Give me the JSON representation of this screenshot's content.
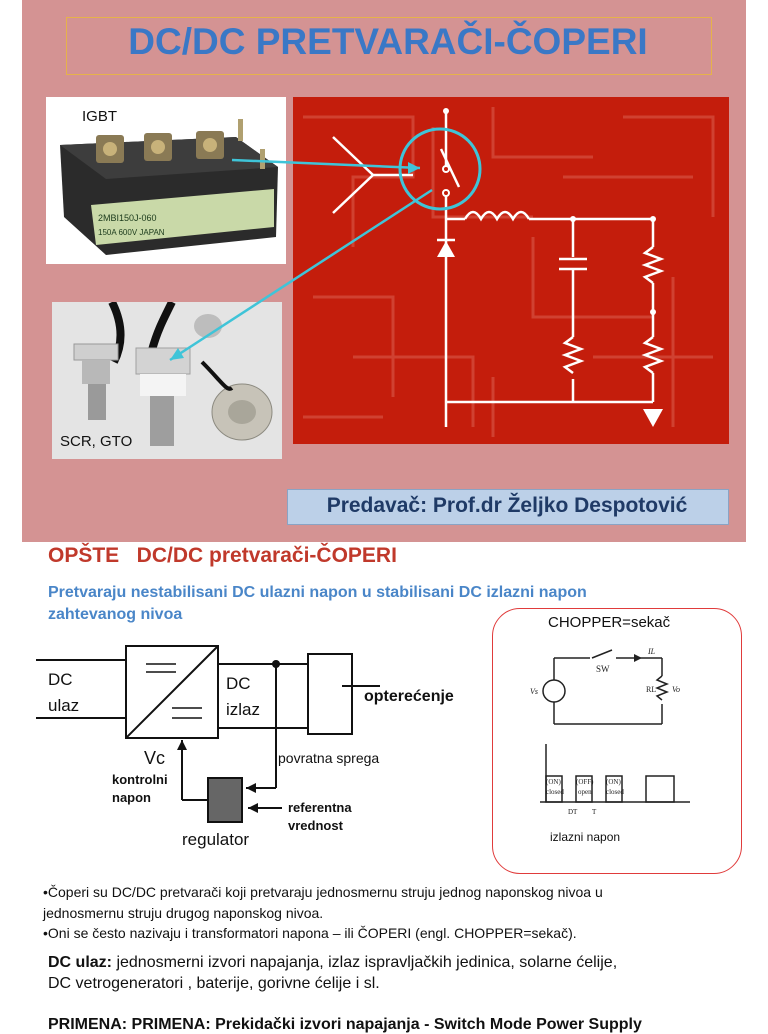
{
  "slide": {
    "title": "DC/DC PRETVARAČI-ČOPERI",
    "igbt_label": "IGBT",
    "scr_label": "SCR, GTO",
    "module_marking_1": "2MBI150J-060",
    "module_marking_2": "150A 600V JAPAN",
    "lecturer": "Predavač: Prof.dr Željko Despotović"
  },
  "section": {
    "title": "OPŠTE   DC/DC pretvarači-ČOPERI",
    "intro_line_1": "Pretvaraju nestabilisani DC ulazni napon  u stabilisani DC izlazni napon",
    "intro_line_2": "zahtevanog  nivoa"
  },
  "block_diagram": {
    "dc_in_1": "DC",
    "dc_in_2": "ulaz",
    "dc_out_1": "DC",
    "dc_out_2": "izlaz",
    "load": "opterećenje",
    "feedback": "povratna sprega",
    "vc": "Vc",
    "control_1": "kontrolni",
    "control_2": "napon",
    "reference_1": "referentna",
    "reference_2": "vrednost",
    "regulator": "regulator"
  },
  "chopper": {
    "label": "CHOPPER=sekač",
    "switch": "SW",
    "on_state": "(ON)",
    "on_sub": "closed",
    "off_state": "(OFF)",
    "off_sub": "open",
    "tick_dt": "DT",
    "tick_t": "T",
    "caption": "izlazni napon",
    "il": "IL",
    "rl": "RL",
    "vo": "Vo",
    "vs": "Vs"
  },
  "bullets": [
    "•Čoperi su DC/DC pretvarači koji pretvaraju jednosmernu struju jednog naponskog nivoa u",
    "jednosmernu struju drugog naponskog nivoa.",
    "•Oni se često nazivaju i transformatori napona – ili ČOPERI (engl. CHOPPER=sekač)."
  ],
  "dc_input": {
    "label": "DC ulaz:",
    "text_1": " jednosmerni izvori napajanja, izlaz ispravljačkih jedinica,  solarne  ćelije,",
    "text_2": "DC vetrogeneratori , baterije, gorivne ćelije i sl."
  },
  "application_partial": "PRIMENA: PRIMENA: Prekidački izvori napajanja - Switch Mode Power Supply"
}
